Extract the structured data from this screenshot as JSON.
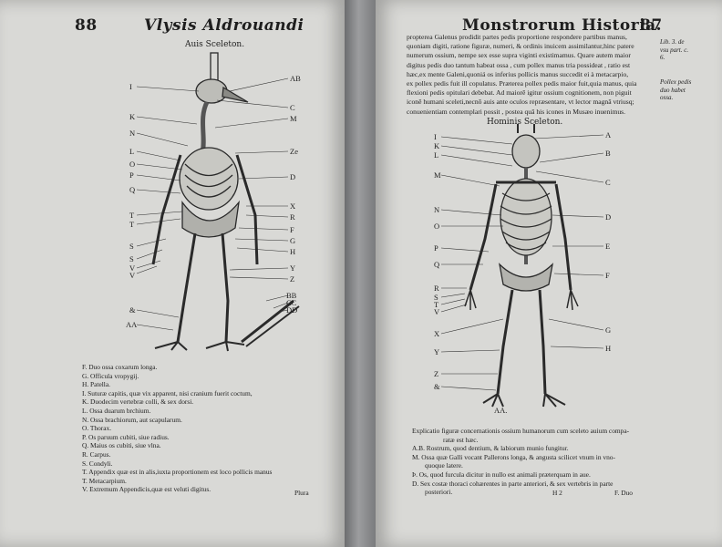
{
  "left_page": {
    "page_number": "88",
    "running_head": "Vlysis Aldrouandi",
    "figure_title": "Auis Sceleton.",
    "labels_left": [
      "I",
      "K",
      "N",
      "L",
      "O",
      "P",
      "Q",
      "T",
      "T",
      "S",
      "S",
      "V",
      "V",
      "&",
      "AA"
    ],
    "labels_right": [
      "AB",
      "C",
      "M",
      "Ze",
      "D",
      "X",
      "R",
      "F",
      "G",
      "H",
      "Y",
      "Z",
      "BB",
      "CC",
      "DD"
    ],
    "captions": [
      "F. Duo ossa coxarum longa.",
      "G. Officula vropygij.",
      "H. Patella.",
      "I. Suturæ capitis, quæ vix apparent, nisi cranium fuerit coctum,",
      "K. Duodecim vertebræ colli, & sex dorsi.",
      "L. Ossa duarum brchium.",
      "N. Ossa brachiorum, aut scapularum.",
      "O. Thorax.",
      "P. Os paruum cubiti, siue radius.",
      "Q. Maius os cubiti, siue vlna.",
      "R. Carpus.",
      "S. Condyli.",
      "T. Appendix quæ est in alis,iuxta proportionem est loco pollicis manus",
      "T. Metacarpium.",
      "V. Extremum Appendicis,quæ est veluti digitus."
    ],
    "catchword": "Plura"
  },
  "right_page": {
    "running_head": "Monstrorum Historia.",
    "page_number": "87",
    "body_lines": [
      "propterea Galenus prodidit partes pedis proportione respondere partibus manus,",
      "quoniam digiti, ratione figuræ, numeri, & ordinis inuicem assimilantur,hinc patere",
      "numerum ossium, nempe sex esse supra viginti existimamus. Quare autem maior",
      "digitus pedis duo tantum habeat ossa , cum pollex manus tria possideat , ratio est",
      "hæc,ex mente Galeni,quoniá os inferius pollicis manus succedit ei à metacarpio,",
      "ex pollex pedis fuit ill copulatus. Præterea pollex pedis maior fuit,quia manus, quia",
      "flexioni pedis opitulari debebat. Ad maiorē igitur ossium cognitionem, non piguit",
      "iconē humani sceleti,necnō auis ante oculos repræsentare, vt lector magnā vtriusq;",
      "conuenientiam contemplari possit , postea quā his icones in Musæo inuenimus."
    ],
    "figure_title": "Hominis Sceleton.",
    "margin_note_1": [
      "Lib. 3. de",
      "vsu part. c.",
      "6."
    ],
    "margin_note_2": [
      "Pollex pedis",
      "duo habet",
      "ossa."
    ],
    "labels_left": [
      "I",
      "K",
      "L",
      "M",
      "N",
      "O",
      "P",
      "Q",
      "R",
      "S",
      "T",
      "V",
      "X",
      "Y",
      "Z",
      "&"
    ],
    "labels_right": [
      "A",
      "B",
      "C",
      "D",
      "E",
      "F",
      "G",
      "H"
    ],
    "bottom_label": "AA.",
    "explanation_title": "Explicatio figuræ concernationis ossium humanorum cum sceleto auium compa-",
    "explanation_title_2": "ratæ est hæc.",
    "captions": [
      "A.B. Rostrum, quod dentium, & labiorum munio fungitur.",
      "M. Ossa quæ Galli vocant Pallerons longa, & angusta scilicet vnum in vno-",
      "quoque latere.",
      "Þ. Os, quod furcula dicitur in nullo est animali præterquam in aue.",
      "D. Sex costæ thoraci cohærentes in parte anteriori, & sex vertebris in parte",
      "posteriori."
    ],
    "signature": "H 2",
    "catchword": "F. Duo"
  }
}
